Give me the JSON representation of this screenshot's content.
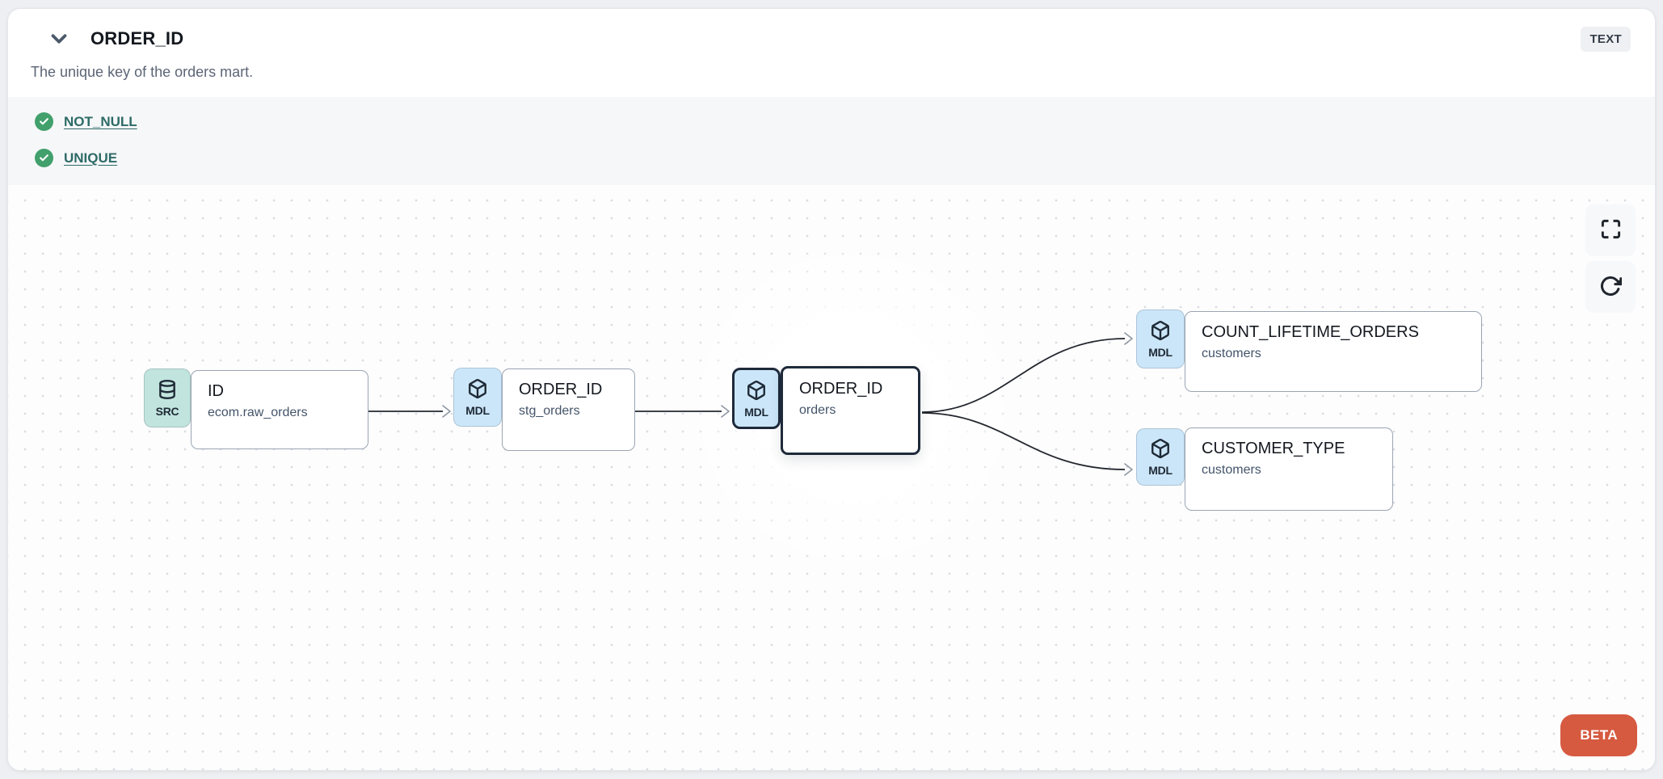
{
  "header": {
    "title": "ORDER_ID",
    "type_badge": "TEXT",
    "description": "The unique key of the orders mart."
  },
  "tests": [
    {
      "name": "NOT_NULL",
      "status": "pass"
    },
    {
      "name": "UNIQUE",
      "status": "pass"
    }
  ],
  "lineage": {
    "nodes": [
      {
        "badge": "SRC",
        "icon": "database-icon",
        "title": "ID",
        "subtitle": "ecom.raw_orders",
        "selected": false
      },
      {
        "badge": "MDL",
        "icon": "cube-icon",
        "title": "ORDER_ID",
        "subtitle": "stg_orders",
        "selected": false
      },
      {
        "badge": "MDL",
        "icon": "cube-icon",
        "title": "ORDER_ID",
        "subtitle": "orders",
        "selected": true
      },
      {
        "badge": "MDL",
        "icon": "cube-icon",
        "title": "COUNT_LIFETIME_ORDERS",
        "subtitle": "customers",
        "selected": false
      },
      {
        "badge": "MDL",
        "icon": "cube-icon",
        "title": "CUSTOMER_TYPE",
        "subtitle": "customers",
        "selected": false
      }
    ],
    "edges": [
      {
        "from": "ID (ecom.raw_orders)",
        "to": "ORDER_ID (stg_orders)"
      },
      {
        "from": "ORDER_ID (stg_orders)",
        "to": "ORDER_ID (orders)"
      },
      {
        "from": "ORDER_ID (orders)",
        "to": "COUNT_LIFETIME_ORDERS (customers)"
      },
      {
        "from": "ORDER_ID (orders)",
        "to": "CUSTOMER_TYPE (customers)"
      }
    ],
    "controls": [
      "fullscreen",
      "refresh"
    ],
    "beta_label": "BETA"
  },
  "colors": {
    "accent_orange": "#D65A40",
    "test_pass_green": "#41A06B",
    "link_teal": "#2D6A66",
    "src_badge_bg": "#C2E4DE",
    "mdl_badge_bg": "#CCE6F9",
    "selected_border": "#1E2A3A",
    "edge_stroke": "#23272E"
  }
}
